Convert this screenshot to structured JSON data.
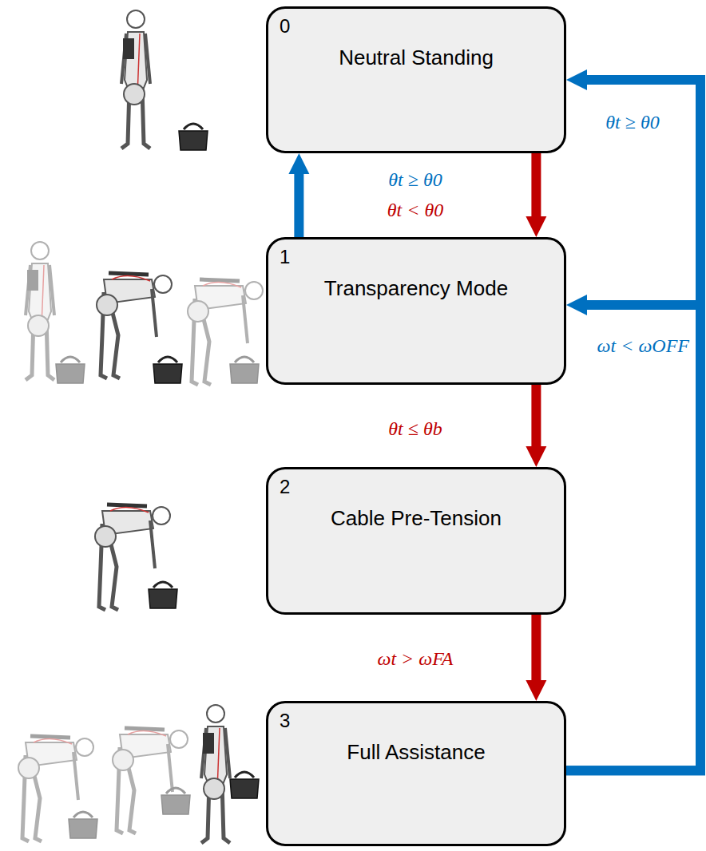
{
  "diagram": {
    "nodes": [
      {
        "text": [
          "0",
          "Neutral Standing"
        ]
      },
      {
        "text": [
          "1",
          "Transparency Mode"
        ]
      },
      {
        "text": [
          "2",
          "Cable Pre-Tension"
        ]
      },
      {
        "text": [
          "3",
          "Full Assistance"
        ]
      }
    ],
    "edges": [
      {
        "from": 0,
        "to": 1,
        "arrow": "to",
        "label": "θt < θ0"
      },
      {
        "from": 1,
        "to": 0,
        "arrow": "to",
        "label": "θt ≥ θ0"
      },
      {
        "from": 1,
        "to": 2,
        "arrow": "to",
        "label": "θt ≤ θb"
      },
      {
        "from": 2,
        "to": 3,
        "arrow": "to",
        "label": "ωt > ωFA"
      },
      {
        "from": 3,
        "to": 1,
        "arrow": "to",
        "label": "ωt < ωOFF"
      },
      {
        "from": 3,
        "to": 0,
        "arrow": "to",
        "label": "θt ≥ θ0"
      }
    ]
  }
}
